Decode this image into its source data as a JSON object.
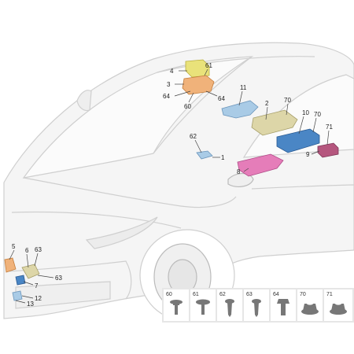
{
  "colors": {
    "car_line": "#cfcfcf",
    "car_fill": "#f4f4f4",
    "leader": "#444444",
    "yellow_part": "#e9e27a",
    "orange_part": "#f0b27a",
    "light_blue_part": "#a9cbe6",
    "beige_part": "#ddd6a8",
    "blue_part": "#4a86c5",
    "pink_part": "#e57db9",
    "magenta_part": "#b5567e",
    "strip_bg": "#eaeaea",
    "strip_cell": "#ffffff",
    "fastener": "#777777"
  },
  "callouts": [
    {
      "id": "c4",
      "label": "4"
    },
    {
      "id": "c61a",
      "label": "61"
    },
    {
      "id": "c3",
      "label": "3"
    },
    {
      "id": "c64a",
      "label": "64"
    },
    {
      "id": "c64b",
      "label": "64"
    },
    {
      "id": "c60",
      "label": "60"
    },
    {
      "id": "c11",
      "label": "11"
    },
    {
      "id": "c2",
      "label": "2"
    },
    {
      "id": "c70a",
      "label": "70"
    },
    {
      "id": "c10",
      "label": "10"
    },
    {
      "id": "c70b",
      "label": "70"
    },
    {
      "id": "c71",
      "label": "71"
    },
    {
      "id": "c9",
      "label": "9"
    },
    {
      "id": "c62",
      "label": "62"
    },
    {
      "id": "c1",
      "label": "1"
    },
    {
      "id": "c8",
      "label": "8"
    },
    {
      "id": "c5",
      "label": "5"
    },
    {
      "id": "c6",
      "label": "6"
    },
    {
      "id": "c63a",
      "label": "63"
    },
    {
      "id": "c63b",
      "label": "63"
    },
    {
      "id": "c7",
      "label": "7"
    },
    {
      "id": "c12",
      "label": "12"
    },
    {
      "id": "c13",
      "label": "13"
    }
  ],
  "fastener_strip": [
    {
      "label": "60",
      "icon": "bolt-with-washer-icon"
    },
    {
      "label": "61",
      "icon": "rivet-icon"
    },
    {
      "label": "62",
      "icon": "screw-icon"
    },
    {
      "label": "63",
      "icon": "screw-icon"
    },
    {
      "label": "64",
      "icon": "hex-bolt-icon"
    },
    {
      "label": "70",
      "icon": "flange-nut-icon"
    },
    {
      "label": "71",
      "icon": "flange-nut-icon"
    }
  ]
}
